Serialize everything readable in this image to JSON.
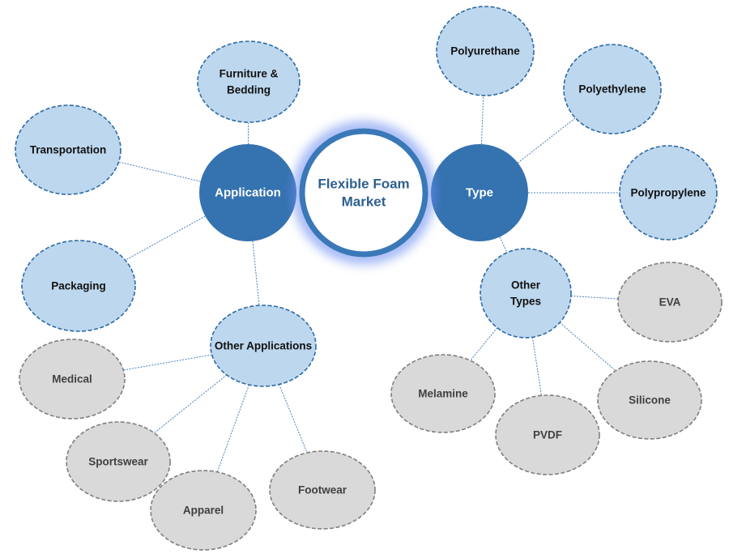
{
  "title": "Flexible Foam Market",
  "colors": {
    "hub_fill": "#3572b0",
    "hub_text": "#ffffff",
    "center_ring": "#3a78b8",
    "center_glow": "#6a8cf0",
    "center_text": "#2e5f8f",
    "blue_node_fill": "#bdd7ee",
    "blue_node_stroke": "#2e6aa6",
    "gray_node_fill": "#d9d9d9",
    "gray_node_stroke": "#7f7f7f",
    "node_text": "#111111",
    "gray_text": "#404040",
    "connector": "#4a7fb8"
  },
  "center": {
    "lines": [
      "Flexible Foam",
      "Market"
    ]
  },
  "hubs": [
    {
      "id": "application",
      "label": "Application"
    },
    {
      "id": "type",
      "label": "Type"
    }
  ],
  "nodes": [
    {
      "id": "furniture",
      "parent": "application",
      "style": "blue",
      "lines": [
        "Furniture &",
        "Bedding"
      ]
    },
    {
      "id": "transportation",
      "parent": "application",
      "style": "blue",
      "lines": [
        "Transportation"
      ]
    },
    {
      "id": "packaging",
      "parent": "application",
      "style": "blue",
      "lines": [
        "Packaging"
      ]
    },
    {
      "id": "other-applications",
      "parent": "application",
      "style": "blue",
      "lines": [
        "Other Applications"
      ]
    },
    {
      "id": "medical",
      "parent": "other-applications",
      "style": "gray",
      "lines": [
        "Medical"
      ]
    },
    {
      "id": "sportswear",
      "parent": "other-applications",
      "style": "gray",
      "lines": [
        "Sportswear"
      ]
    },
    {
      "id": "apparel",
      "parent": "other-applications",
      "style": "gray",
      "lines": [
        "Apparel"
      ]
    },
    {
      "id": "footwear",
      "parent": "other-applications",
      "style": "gray",
      "lines": [
        "Footwear"
      ]
    },
    {
      "id": "polyurethane",
      "parent": "type",
      "style": "blue",
      "lines": [
        "Polyurethane"
      ]
    },
    {
      "id": "polyethylene",
      "parent": "type",
      "style": "blue",
      "lines": [
        "Polyethylene"
      ]
    },
    {
      "id": "polypropylene",
      "parent": "type",
      "style": "blue",
      "lines": [
        "Polypropylene"
      ]
    },
    {
      "id": "other-types",
      "parent": "type",
      "style": "blue",
      "lines": [
        "Other",
        "Types"
      ]
    },
    {
      "id": "eva",
      "parent": "other-types",
      "style": "gray",
      "lines": [
        "EVA"
      ]
    },
    {
      "id": "melamine",
      "parent": "other-types",
      "style": "gray",
      "lines": [
        "Melamine"
      ]
    },
    {
      "id": "pvdf",
      "parent": "other-types",
      "style": "gray",
      "lines": [
        "PVDF"
      ]
    },
    {
      "id": "silicone",
      "parent": "other-types",
      "style": "gray",
      "lines": [
        "Silicone"
      ]
    }
  ]
}
